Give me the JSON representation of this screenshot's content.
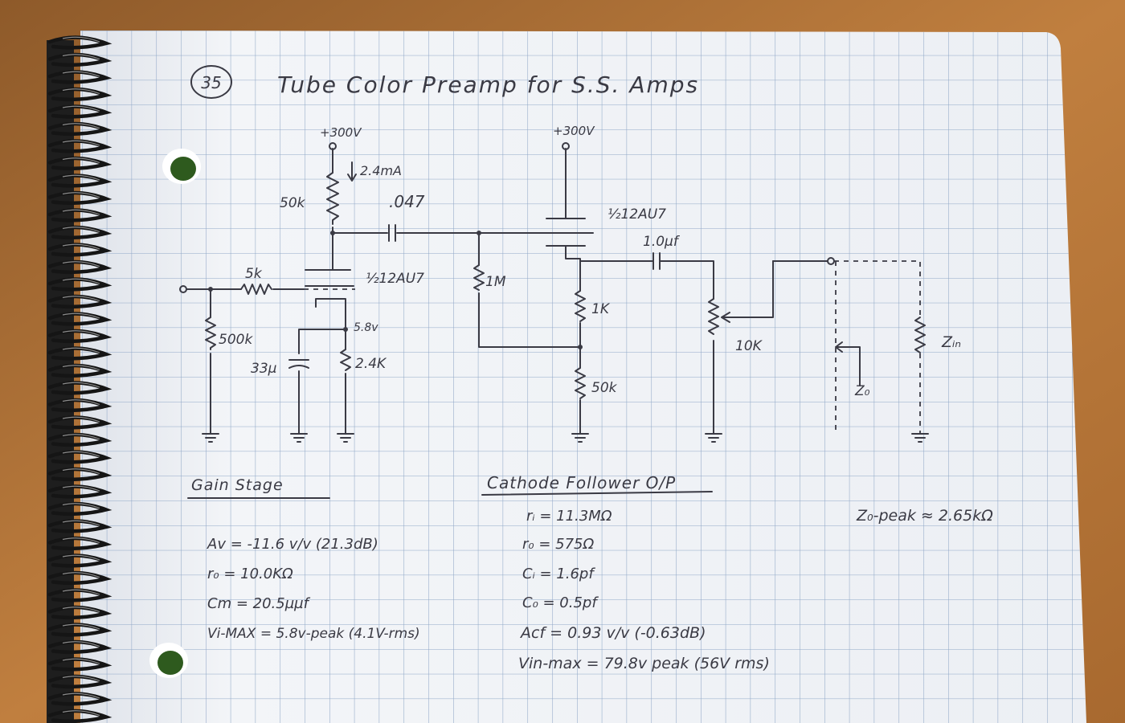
{
  "page": {
    "page_number": "35",
    "title": "Tube Color Preamp for S.S. Amps"
  },
  "colors": {
    "wood": "#b5763a",
    "paper": "#f1f3f6",
    "grid": "#8fa7c7",
    "ink": "#3a3a44",
    "spiral": "#1e1e1e",
    "hole": "#2e5a1e"
  },
  "schematic": {
    "gain_stage": {
      "supply": "+300V",
      "plate_current": "2.4mA",
      "plate_resistor": "50k",
      "coupling_cap": ".047",
      "grid_stopper": "5k",
      "input_resistor": "500k",
      "tube": "½12AU7",
      "cathode_voltage": "5.8v",
      "cathode_cap": "33µ",
      "cathode_resistor": "2.4K"
    },
    "cathode_follower": {
      "supply": "+300V",
      "tube": "½12AU7",
      "grid_resistor": "1M",
      "bias_resistor": "1K",
      "cathode_resistor": "50k",
      "output_cap": "1.0µf",
      "output_pot": "10K"
    },
    "load": {
      "output_impedance": "Z₀",
      "input_impedance": "Zᵢₙ"
    }
  },
  "notes": {
    "gain_stage": {
      "heading": "Gain Stage",
      "lines": [
        "Av = -11.6 v/v (21.3dB)",
        "r₀ = 10.0KΩ",
        "Cm = 20.5µµf",
        "Vi-MAX = 5.8v-peak (4.1V-rms)"
      ]
    },
    "cathode_follower": {
      "heading": "Cathode Follower O/P",
      "lines": [
        "rᵢ = 11.3MΩ",
        "r₀ = 575Ω",
        "Cᵢ = 1.6pf",
        "C₀ = 0.5pf",
        "Acf = 0.93 v/v (-0.63dB)",
        "Vin-max = 79.8v peak (56V rms)"
      ]
    },
    "zo_peak": "Z₀-peak ≈ 2.65kΩ"
  }
}
